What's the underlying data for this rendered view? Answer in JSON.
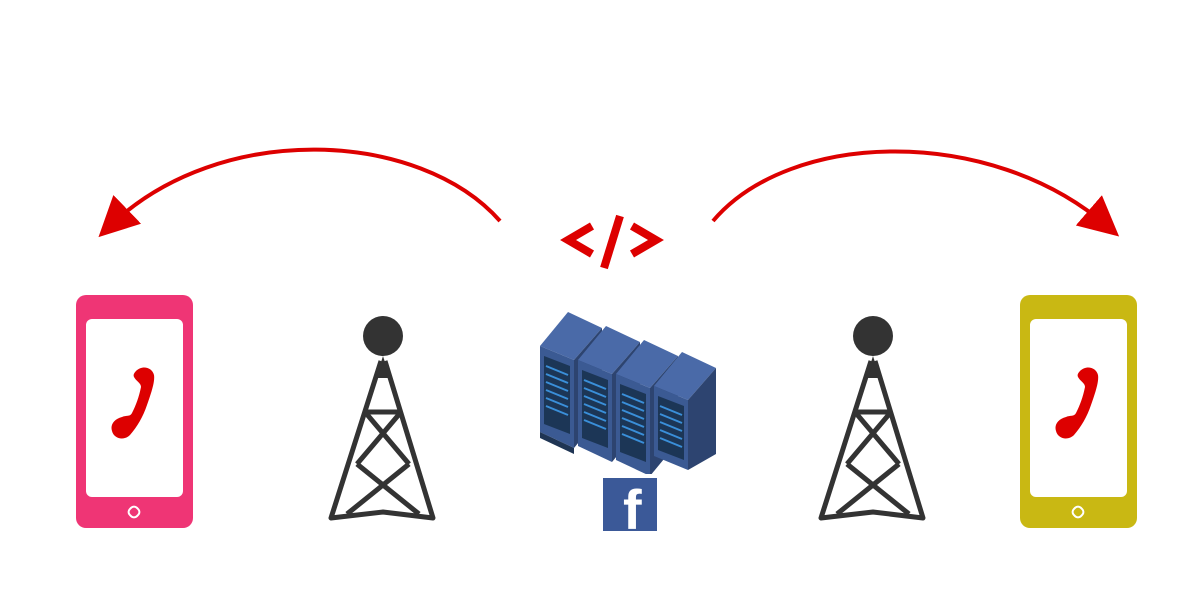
{
  "diagram": {
    "colors": {
      "arrow": "#dd0000",
      "phone_left": "#ef3575",
      "phone_right": "#c9b813",
      "handset": "#dd0000",
      "tower": "#333333",
      "server_front": "#3b5a93",
      "server_side": "#2d4470",
      "server_top": "#4a6aa8",
      "server_screen": "#3a8fd9",
      "facebook": "#3b5998"
    },
    "code_symbol": "</>",
    "nodes": [
      {
        "id": "phone-left",
        "label": "Caller phone",
        "icon": "phone-icon"
      },
      {
        "id": "tower-left",
        "label": "Cell tower",
        "icon": "cell-tower-icon"
      },
      {
        "id": "server",
        "label": "Server racks",
        "icon": "server-rack-icon"
      },
      {
        "id": "facebook",
        "label": "f",
        "icon": "facebook-icon"
      },
      {
        "id": "tower-right",
        "label": "Cell tower",
        "icon": "cell-tower-icon"
      },
      {
        "id": "phone-right",
        "label": "Receiver phone",
        "icon": "phone-icon"
      }
    ],
    "edges": [
      {
        "from": "server",
        "to": "phone-left",
        "style": "curved-arrow"
      },
      {
        "from": "server",
        "to": "phone-right",
        "style": "curved-arrow"
      }
    ],
    "facebook_letter": "f"
  }
}
